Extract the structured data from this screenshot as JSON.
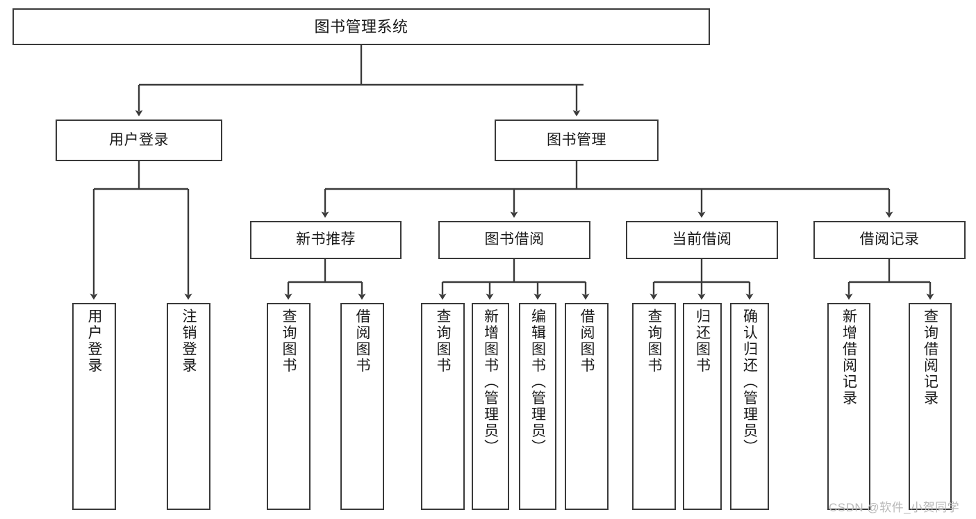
{
  "diagram": {
    "title": "图书管理系统",
    "type": "tree-hierarchy-functional-structure",
    "colors": {
      "box_border": "#3a3a3a",
      "box_fill": "#ffffff",
      "edge": "#3a3a3a",
      "text": "#1a1a1a",
      "watermark": "#b9b9b9",
      "background": "#ffffff"
    },
    "nodes": {
      "root": {
        "label": "图书管理系统"
      },
      "level2": [
        {
          "id": "user-login",
          "label": "用户登录"
        },
        {
          "id": "book-manage",
          "label": "图书管理"
        }
      ],
      "level3": [
        {
          "id": "new-book-recommend",
          "label": "新书推荐"
        },
        {
          "id": "book-borrow",
          "label": "图书借阅"
        },
        {
          "id": "current-borrow",
          "label": "当前借阅"
        },
        {
          "id": "borrow-record",
          "label": "借阅记录"
        }
      ],
      "leaves": {
        "user-login": [
          {
            "id": "leaf-user-login",
            "label": "用户登录"
          },
          {
            "id": "leaf-logout-login",
            "label": "注销登录"
          }
        ],
        "new-book-recommend": [
          {
            "id": "leaf-query-book-1",
            "label": "查询图书"
          },
          {
            "id": "leaf-borrow-book-1",
            "label": "借阅图书"
          }
        ],
        "book-borrow": [
          {
            "id": "leaf-query-book-2",
            "label": "查询图书"
          },
          {
            "id": "leaf-add-book",
            "label": "新增图书（管理员）"
          },
          {
            "id": "leaf-edit-book",
            "label": "编辑图书（管理员）"
          },
          {
            "id": "leaf-borrow-book-2",
            "label": "借阅图书"
          }
        ],
        "current-borrow": [
          {
            "id": "leaf-query-book-3",
            "label": "查询图书"
          },
          {
            "id": "leaf-return-book",
            "label": "归还图书"
          },
          {
            "id": "leaf-confirm-return",
            "label": "确认归还（管理员）"
          }
        ],
        "borrow-record": [
          {
            "id": "leaf-add-record",
            "label": "新增借阅记录"
          },
          {
            "id": "leaf-query-record",
            "label": "查询借阅记录"
          }
        ]
      }
    },
    "watermark": "CSDN @软件_小贺同学"
  }
}
